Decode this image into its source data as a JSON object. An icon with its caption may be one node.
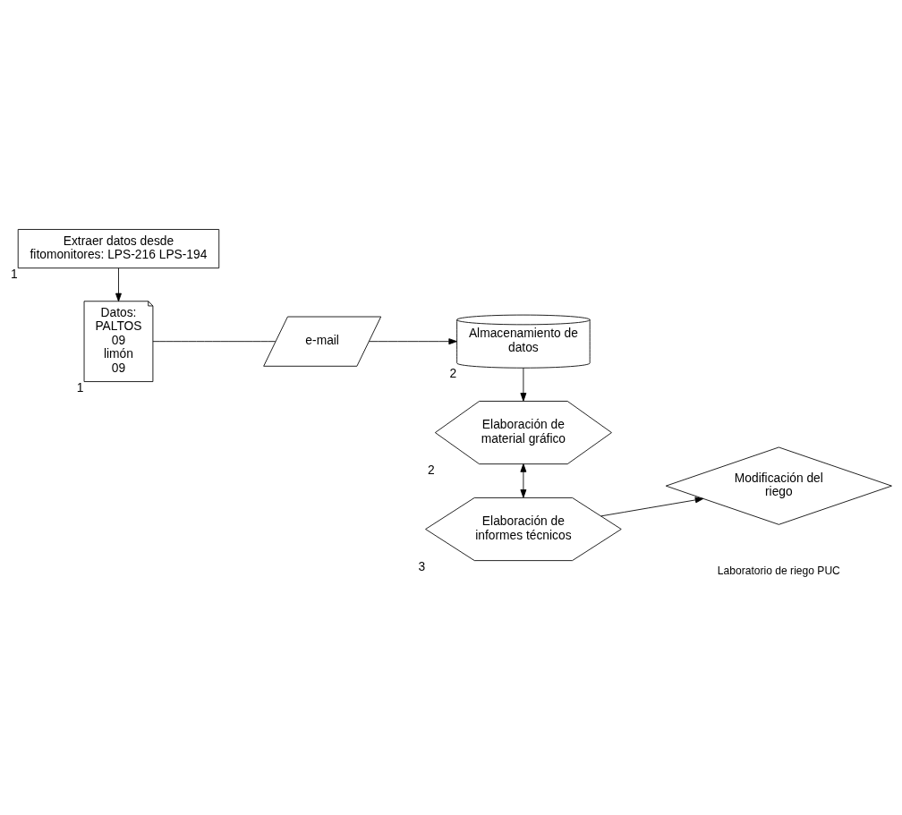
{
  "diagram": {
    "nodes": [
      {
        "text": [
          "Extraer datos desde fitomonitores: LPS-216 LPS-194"
        ],
        "beside": [
          "1"
        ]
      },
      {
        "text": [
          "Datos: PALTOS 09 limón 09"
        ],
        "beside": [
          "1"
        ]
      },
      {
        "text": [
          "e-mail"
        ]
      },
      {
        "text": [
          "Almacenamiento de datos"
        ],
        "beside": [
          "2"
        ]
      },
      {
        "text": [
          "Elaboración de material gráfico"
        ],
        "beside": [
          "2"
        ]
      },
      {
        "text": [
          "Elaboración de informes técnicos"
        ],
        "beside": [
          "3"
        ]
      },
      {
        "text": [
          "Modificación del riego"
        ]
      }
    ],
    "edges": [
      {
        "from": 0,
        "to": 1,
        "arrow": "to"
      },
      {
        "from": 1,
        "to": 2,
        "arrow": "none"
      },
      {
        "from": 2,
        "to": 3,
        "arrow": "to"
      },
      {
        "from": 3,
        "to": 4,
        "arrow": "to"
      },
      {
        "from": 4,
        "to": 5,
        "arrow": "both"
      },
      {
        "from": 5,
        "to": 6,
        "arrow": "to"
      }
    ],
    "labels": [
      "Laboratorio de riego PUC"
    ]
  }
}
